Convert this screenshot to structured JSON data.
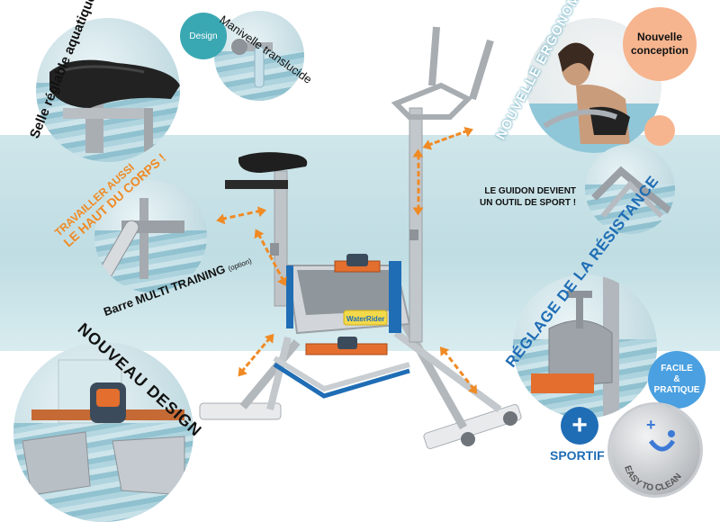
{
  "callouts": {
    "saddle": "Selle réglable aquatique !",
    "design_badge": "Design",
    "crank": "Manivelle translucide",
    "work_upper_line1": "TRAVAILLER AUSSI",
    "work_upper_line2": "LE HAUT DU CORPS !",
    "multi_training": "Barre MULTI TRAINING",
    "option": "(option)",
    "new_design": "NOUVEAU DESIGN",
    "new_ergonomy": "NOUVELLE ERGONOMIE",
    "new_concept_line1": "Nouvelle",
    "new_concept_line2": "conception",
    "handlebar_line1": "LE GUIDON DEVIENT",
    "handlebar_line2": "UN OUTIL DE SPORT !",
    "resistance": "RÉGLAGE DE LA RÉSISTANCE",
    "easy_line1": "FACILE",
    "easy_amp": "&",
    "easy_line2": "PRATIQUE",
    "plus_symbol": "+",
    "sportif": "SPORTIF",
    "coin_text": "EASY TO CLEAN",
    "bike_logo": "WaterRider"
  },
  "colors": {
    "orange": "#f08a24",
    "blue": "#1f6db5",
    "teal_band": "#c4e0e6",
    "peach": "#f6b58f",
    "light_blue": "#4aa0e0"
  }
}
